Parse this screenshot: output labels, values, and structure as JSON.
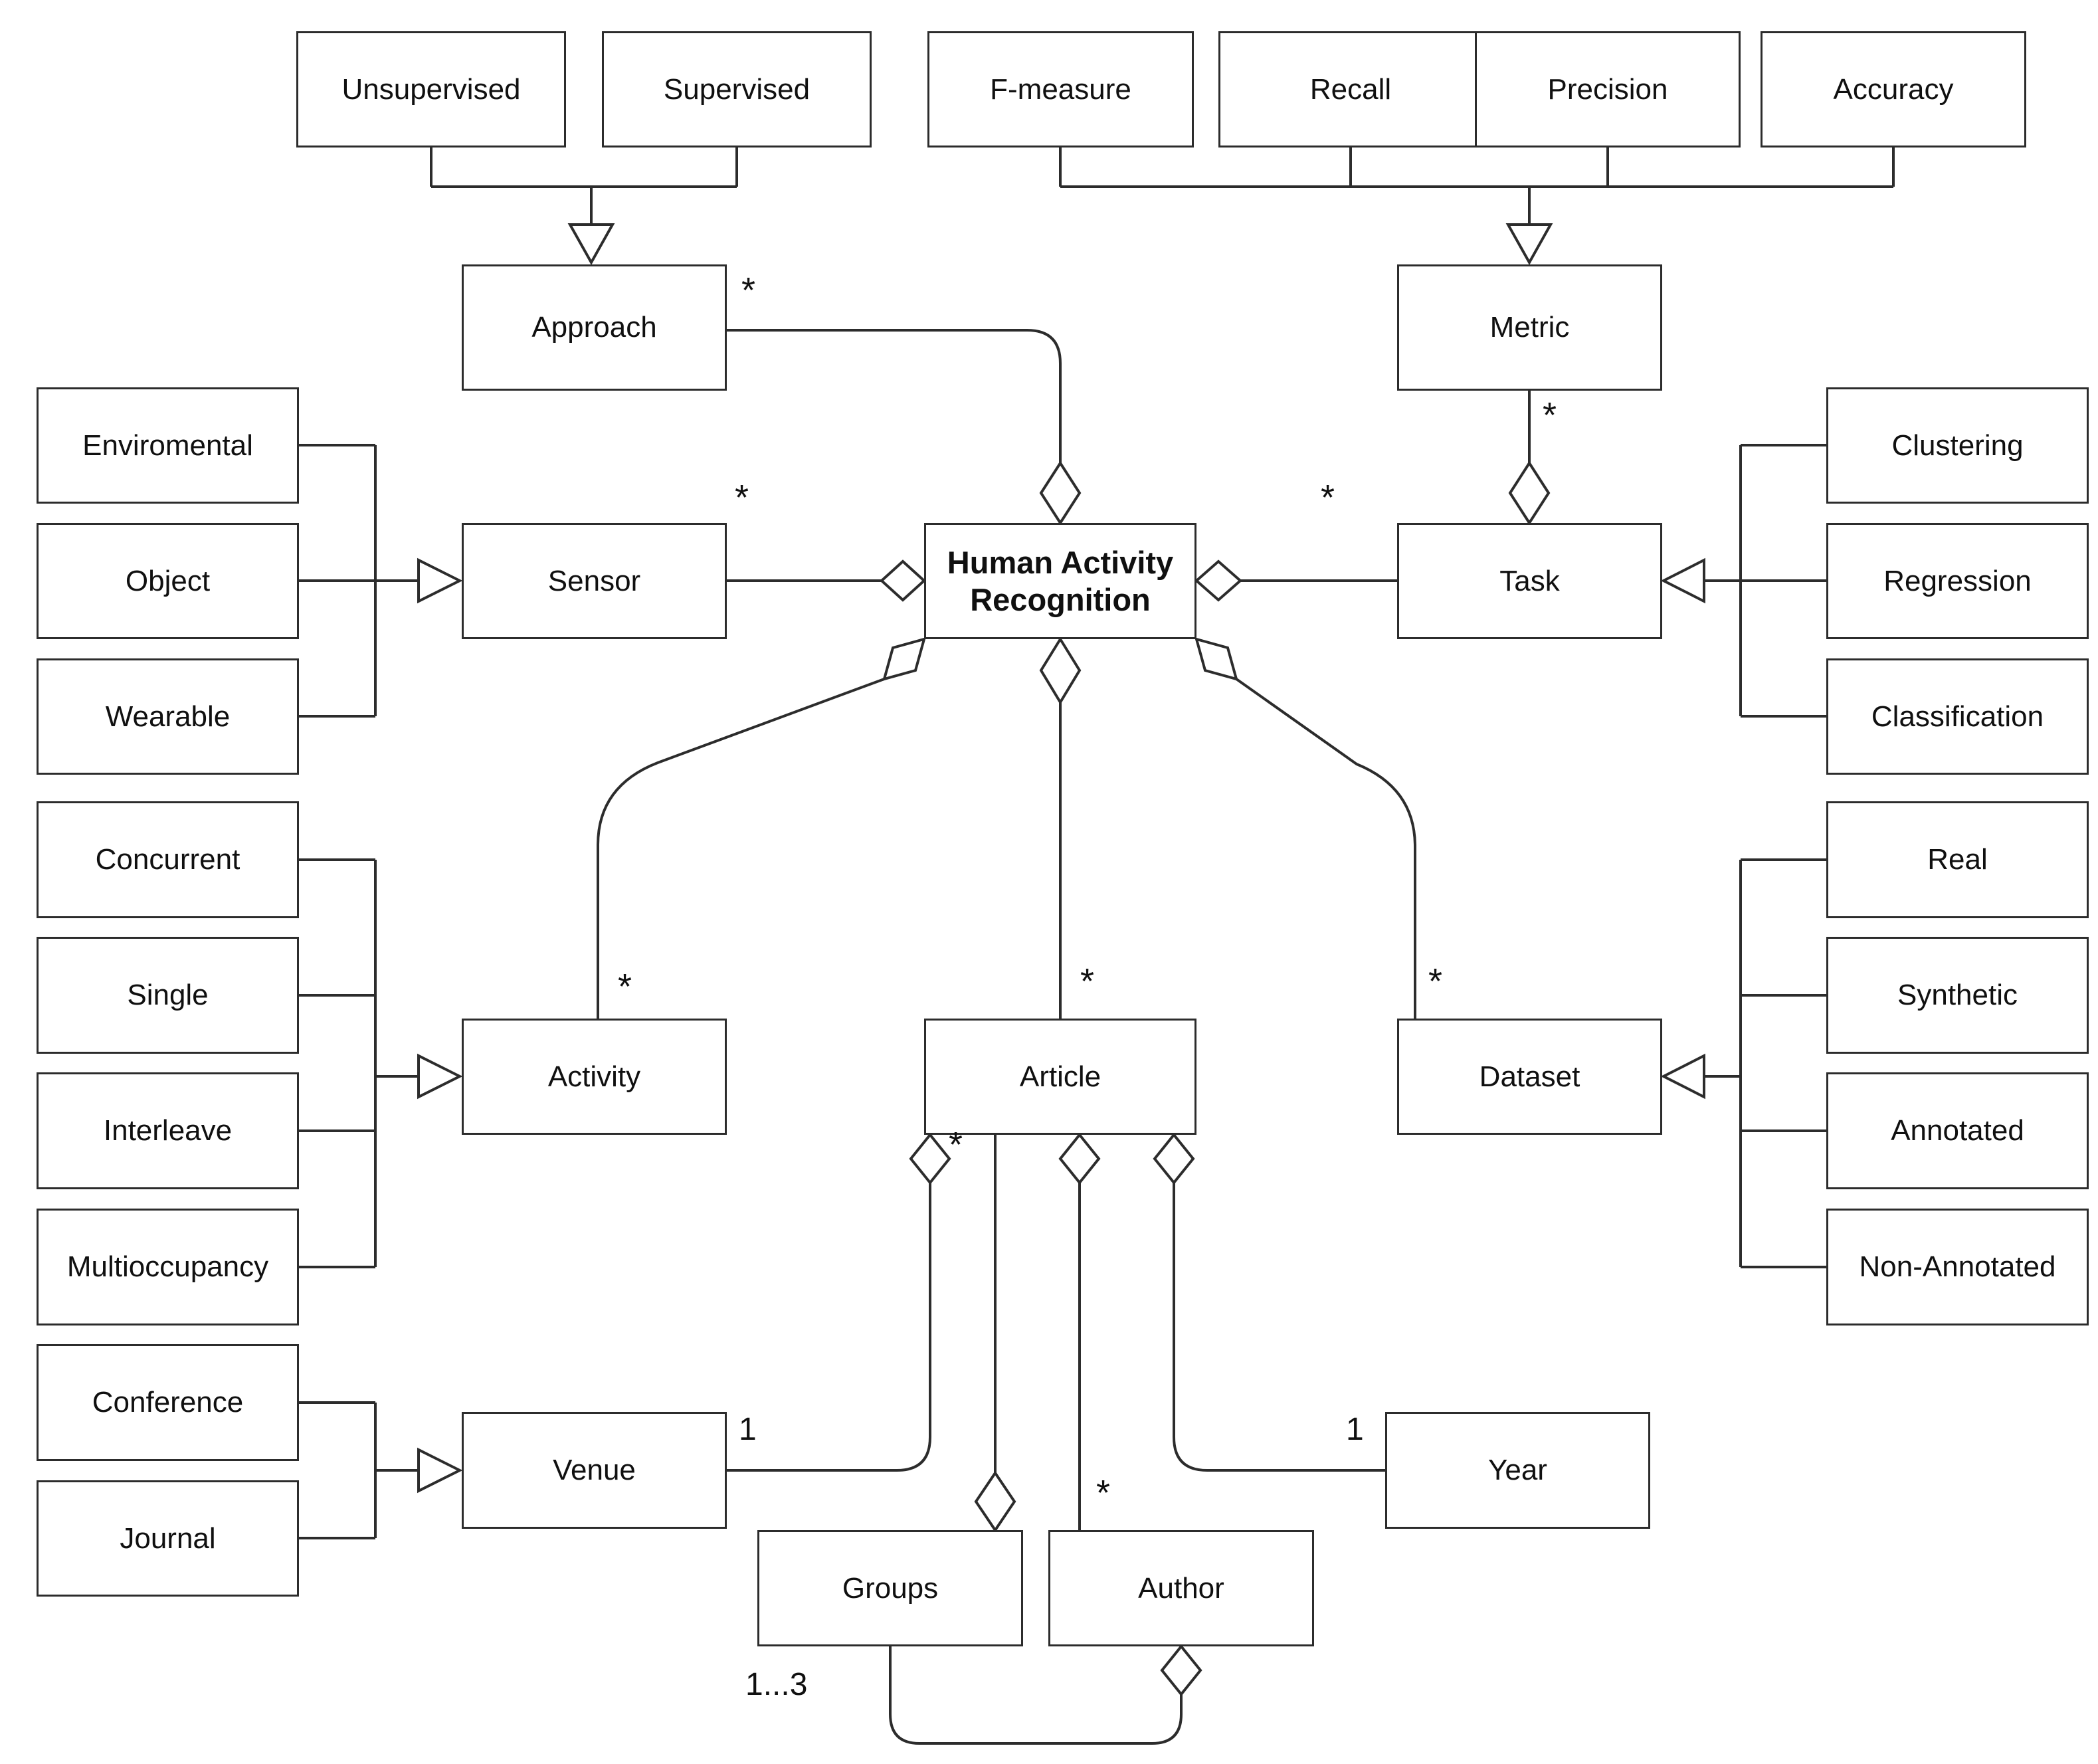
{
  "diagram": {
    "type": "uml-class-diagram",
    "center_concept": "Human Activity Recognition",
    "background_color": "#ffffff",
    "line_color": "#2c2c2c"
  },
  "nodes": {
    "unsupervised": "Unsupervised",
    "supervised": "Supervised",
    "fmeasure": "F-measure",
    "recall": "Recall",
    "precision": "Precision",
    "accuracy": "Accuracy",
    "approach": "Approach",
    "metric": "Metric",
    "enviromental": "Enviromental",
    "object": "Object",
    "wearable": "Wearable",
    "sensor": "Sensor",
    "har": "Human Activity Recognition",
    "task": "Task",
    "clustering": "Clustering",
    "regression": "Regression",
    "classification": "Classification",
    "concurrent": "Concurrent",
    "single": "Single",
    "interleave": "Interleave",
    "multioccupancy": "Multioccupancy",
    "activity": "Activity",
    "article": "Article",
    "dataset": "Dataset",
    "real": "Real",
    "synthetic": "Synthetic",
    "annotated": "Annotated",
    "nonannotated": "Non-Annotated",
    "conference": "Conference",
    "journal": "Journal",
    "venue": "Venue",
    "year": "Year",
    "groups": "Groups",
    "author": "Author"
  },
  "multiplicities": {
    "approach_har": "*",
    "sensor_har": "*",
    "har_activity": "*",
    "metric_task": "*",
    "har_task": "*",
    "har_article": "*",
    "har_dataset": "*",
    "article_venue": "*",
    "article_author": "*",
    "venue_one": "1",
    "year_one": "1",
    "author_groups": "1...3"
  },
  "relationships": [
    {
      "type": "generalization",
      "from": "Unsupervised",
      "to": "Approach"
    },
    {
      "type": "generalization",
      "from": "Supervised",
      "to": "Approach"
    },
    {
      "type": "generalization",
      "from": "F-measure",
      "to": "Metric"
    },
    {
      "type": "generalization",
      "from": "Recall",
      "to": "Metric"
    },
    {
      "type": "generalization",
      "from": "Precision",
      "to": "Metric"
    },
    {
      "type": "generalization",
      "from": "Accuracy",
      "to": "Metric"
    },
    {
      "type": "generalization",
      "from": "Enviromental",
      "to": "Sensor"
    },
    {
      "type": "generalization",
      "from": "Object",
      "to": "Sensor"
    },
    {
      "type": "generalization",
      "from": "Wearable",
      "to": "Sensor"
    },
    {
      "type": "generalization",
      "from": "Concurrent",
      "to": "Activity"
    },
    {
      "type": "generalization",
      "from": "Single",
      "to": "Activity"
    },
    {
      "type": "generalization",
      "from": "Interleave",
      "to": "Activity"
    },
    {
      "type": "generalization",
      "from": "Multioccupancy",
      "to": "Activity"
    },
    {
      "type": "generalization",
      "from": "Conference",
      "to": "Venue"
    },
    {
      "type": "generalization",
      "from": "Journal",
      "to": "Venue"
    },
    {
      "type": "generalization",
      "from": "Clustering",
      "to": "Task"
    },
    {
      "type": "generalization",
      "from": "Regression",
      "to": "Task"
    },
    {
      "type": "generalization",
      "from": "Classification",
      "to": "Task"
    },
    {
      "type": "generalization",
      "from": "Real",
      "to": "Dataset"
    },
    {
      "type": "generalization",
      "from": "Synthetic",
      "to": "Dataset"
    },
    {
      "type": "generalization",
      "from": "Annotated",
      "to": "Dataset"
    },
    {
      "type": "generalization",
      "from": "Non-Annotated",
      "to": "Dataset"
    },
    {
      "type": "aggregation",
      "diamond_at": "Human Activity Recognition",
      "other_end": "Approach",
      "multiplicity": "*"
    },
    {
      "type": "aggregation",
      "diamond_at": "Human Activity Recognition",
      "other_end": "Sensor",
      "multiplicity": "*"
    },
    {
      "type": "aggregation",
      "diamond_at": "Human Activity Recognition",
      "other_end": "Task",
      "multiplicity": "*"
    },
    {
      "type": "aggregation",
      "diamond_at": "Human Activity Recognition",
      "other_end": "Activity",
      "multiplicity": "*"
    },
    {
      "type": "aggregation",
      "diamond_at": "Human Activity Recognition",
      "other_end": "Article",
      "multiplicity": "*"
    },
    {
      "type": "aggregation",
      "diamond_at": "Human Activity Recognition",
      "other_end": "Dataset",
      "multiplicity": "*"
    },
    {
      "type": "aggregation",
      "diamond_at": "Task",
      "other_end": "Metric",
      "multiplicity": "*"
    },
    {
      "type": "aggregation",
      "diamond_at": "Article",
      "other_end": "Venue",
      "multiplicity": "1",
      "near_multiplicity": "*"
    },
    {
      "type": "aggregation",
      "diamond_at": "Article",
      "other_end": "Author",
      "multiplicity": "*"
    },
    {
      "type": "aggregation",
      "diamond_at": "Article",
      "other_end": "Year",
      "multiplicity": "1"
    },
    {
      "type": "aggregation",
      "diamond_at": "Groups",
      "other_end": "Article"
    },
    {
      "type": "aggregation",
      "diamond_at": "Author",
      "other_end": "Groups",
      "multiplicity": "1...3"
    }
  ]
}
